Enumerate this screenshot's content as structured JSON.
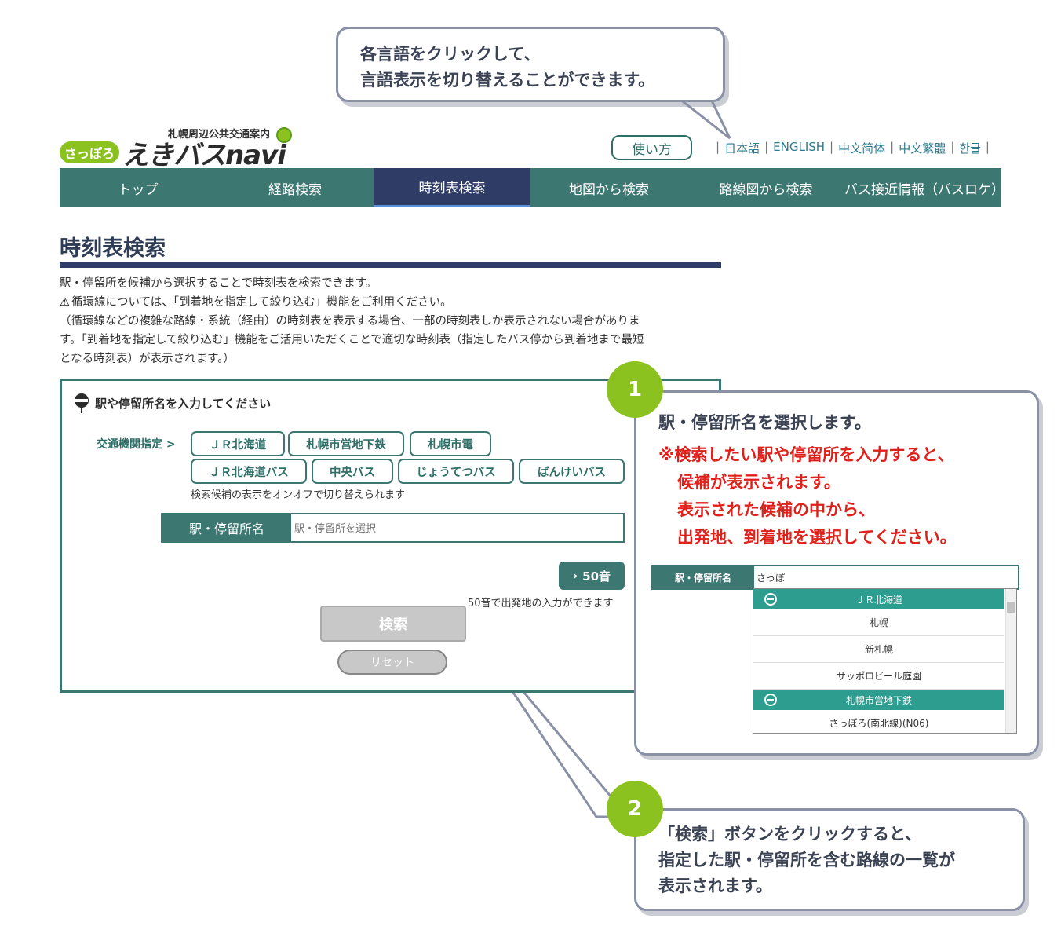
{
  "callouts": {
    "top": [
      "各言語をクリックして、",
      "言語表示を切り替えることができます。"
    ],
    "one": {
      "badge": "1",
      "title": "駅・停留所名を選択します。",
      "note": [
        "※検索したい駅や停留所を入力すると、",
        "候補が表示されます。",
        "表示された候補の中から、",
        "出発地、到着地を選択してください。"
      ]
    },
    "two": {
      "badge": "2",
      "lines": [
        "「検索」ボタンをクリックすると、",
        "指定した駅・停留所を含む路線の一覧が",
        "表示されます。"
      ]
    }
  },
  "header": {
    "logo_small": "札幌周辺公共交通案内",
    "logo_pill": "さっぽろ",
    "logo_main": "えきバスnavi",
    "howto": "使い方",
    "languages": [
      "日本語",
      "ENGLISH",
      "中文简体",
      "中文繁體",
      "한글"
    ]
  },
  "nav": [
    "トップ",
    "経路検索",
    "時刻表検索",
    "地図から検索",
    "路線図から検索",
    "バス接近情報（バスロケ）"
  ],
  "page": {
    "title": "時刻表検索",
    "desc1": "駅・停留所を候補から選択することで時刻表を検索できます。",
    "desc2": "循環線については、「到着地を指定して絞り込む」機能をご利用ください。",
    "desc3": "（循環線などの複雑な路線・系統（経由）の時刻表を表示する場合、一部の時刻表しか表示されない場合がありま",
    "desc4": "す。「到着地を指定して絞り込む」機能をご活用いただくことで適切な時刻表（指定したバス停から到着地まで最短",
    "desc5": "となる時刻表）が表示されます。）"
  },
  "form": {
    "heading": "駅や停留所名を入力してください",
    "filter_label": "交通機関指定 >",
    "chips": [
      "ＪＲ北海道",
      "札幌市営地下鉄",
      "札幌市電",
      "ＪＲ北海道バス",
      "中央バス",
      "じょうてつバス",
      "ばんけいバス"
    ],
    "chip_note": "検索候補の表示をオンオフで切り替えられます",
    "station_label": "駅・停留所名",
    "station_placeholder": "駅・停留所を選択",
    "btn_50": "50音",
    "note_50": "50音で出発地の入力ができます",
    "search": "検索",
    "reset": "リセット"
  },
  "demo": {
    "label": "駅・停留所名",
    "input": "さっぽ",
    "groups": [
      {
        "name": "ＪＲ北海道",
        "items": [
          "札幌",
          "新札幌",
          "サッポロビール庭園"
        ]
      },
      {
        "name": "札幌市営地下鉄",
        "items": [
          "さっぽろ(南北線)(N06)"
        ]
      }
    ]
  },
  "colors": {
    "nav_bg": "#3d7772",
    "nav_active": "#2f3c66",
    "accent_green": "#8cc21f",
    "note_red": "#e0201b"
  }
}
